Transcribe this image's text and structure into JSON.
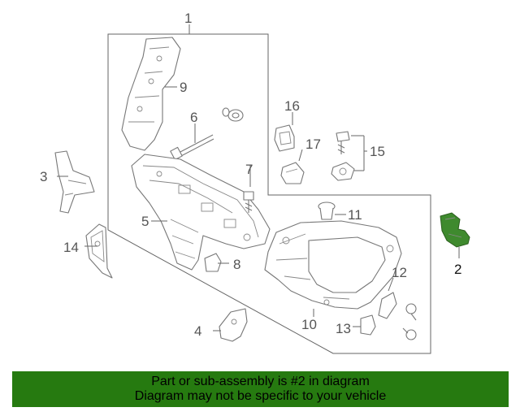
{
  "callouts": [
    {
      "id": "1",
      "text": "1"
    },
    {
      "id": "2",
      "text": "2"
    },
    {
      "id": "3",
      "text": "3"
    },
    {
      "id": "4",
      "text": "4"
    },
    {
      "id": "5",
      "text": "5"
    },
    {
      "id": "6",
      "text": "6"
    },
    {
      "id": "7",
      "text": "7"
    },
    {
      "id": "8",
      "text": "8"
    },
    {
      "id": "9",
      "text": "9"
    },
    {
      "id": "10",
      "text": "10"
    },
    {
      "id": "11",
      "text": "11"
    },
    {
      "id": "12",
      "text": "12"
    },
    {
      "id": "13",
      "text": "13"
    },
    {
      "id": "14",
      "text": "14"
    },
    {
      "id": "15",
      "text": "15"
    },
    {
      "id": "16",
      "text": "16"
    },
    {
      "id": "17",
      "text": "17"
    }
  ],
  "colors": {
    "highlight_part": "#3f8a2e",
    "banner_bg": "#267a10"
  },
  "banner": {
    "line1": "Part or sub-assembly is #2 in diagram",
    "line2": "Diagram may not be specific to your vehicle"
  }
}
